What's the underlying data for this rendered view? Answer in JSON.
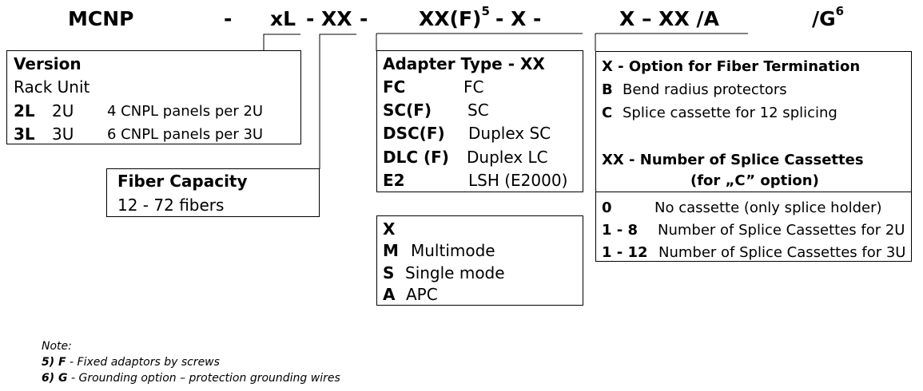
{
  "code": {
    "base": "MCNP",
    "dash1": "-",
    "xl": "xL",
    "dash2": "-",
    "xx": "XX",
    "dash3": "-",
    "adapter": "XX(F)",
    "adapter_sup": "5",
    "dash4": "- X -",
    "termination": "X – XX /A",
    "ground": "/G",
    "ground_sup": "6"
  },
  "version_box": {
    "title": "Version",
    "subtitle": "Rack Unit",
    "rows": [
      {
        "code": "2L",
        "unit": "2U",
        "desc": "4 CNPL panels per 2U"
      },
      {
        "code": "3L",
        "unit": "3U",
        "desc": "6 CNPL panels per 3U"
      }
    ]
  },
  "fiber_box": {
    "title": "Fiber Capacity",
    "value": "12 - 72 fibers"
  },
  "adapter_box": {
    "title": "Adapter Type - XX",
    "rows": [
      {
        "code": "FC",
        "name": "FC"
      },
      {
        "code": "SC(F)",
        "name": "SC"
      },
      {
        "code": "DSC(F)",
        "name": "Duplex SC"
      },
      {
        "code": "DLC (F)",
        "name": "Duplex LC"
      },
      {
        "code": "E2",
        "name": "LSH (E2000)"
      }
    ]
  },
  "mode_box": {
    "title": "X",
    "rows": [
      {
        "code": "M",
        "name": "Multimode"
      },
      {
        "code": "S",
        "name": "Single mode"
      },
      {
        "code": "A",
        "name": "APC"
      }
    ]
  },
  "option_box": {
    "title": "X - Option for Fiber Termination",
    "rows": [
      {
        "code": "B",
        "name": "Bend radius protectors"
      },
      {
        "code": "C",
        "name": "Splice cassette for 12 splicing"
      }
    ],
    "cassette_title": "XX - Number of Splice Cassettes",
    "cassette_subtitle": "(for „C” option)",
    "cassette_rows": [
      {
        "code": "0",
        "name": "No cassette (only splice holder)"
      },
      {
        "code": "1 - 8",
        "name": "Number of Splice Cassettes for 2U"
      },
      {
        "code": "1 - 12",
        "name": "Number of Splice Cassettes for 3U"
      }
    ]
  },
  "notes": {
    "heading": "Note:",
    "items": [
      {
        "key": "5) F",
        "text": " - Fixed adaptors by screws"
      },
      {
        "key": "6) G",
        "text": " - Grounding option – protection grounding wires"
      }
    ]
  }
}
